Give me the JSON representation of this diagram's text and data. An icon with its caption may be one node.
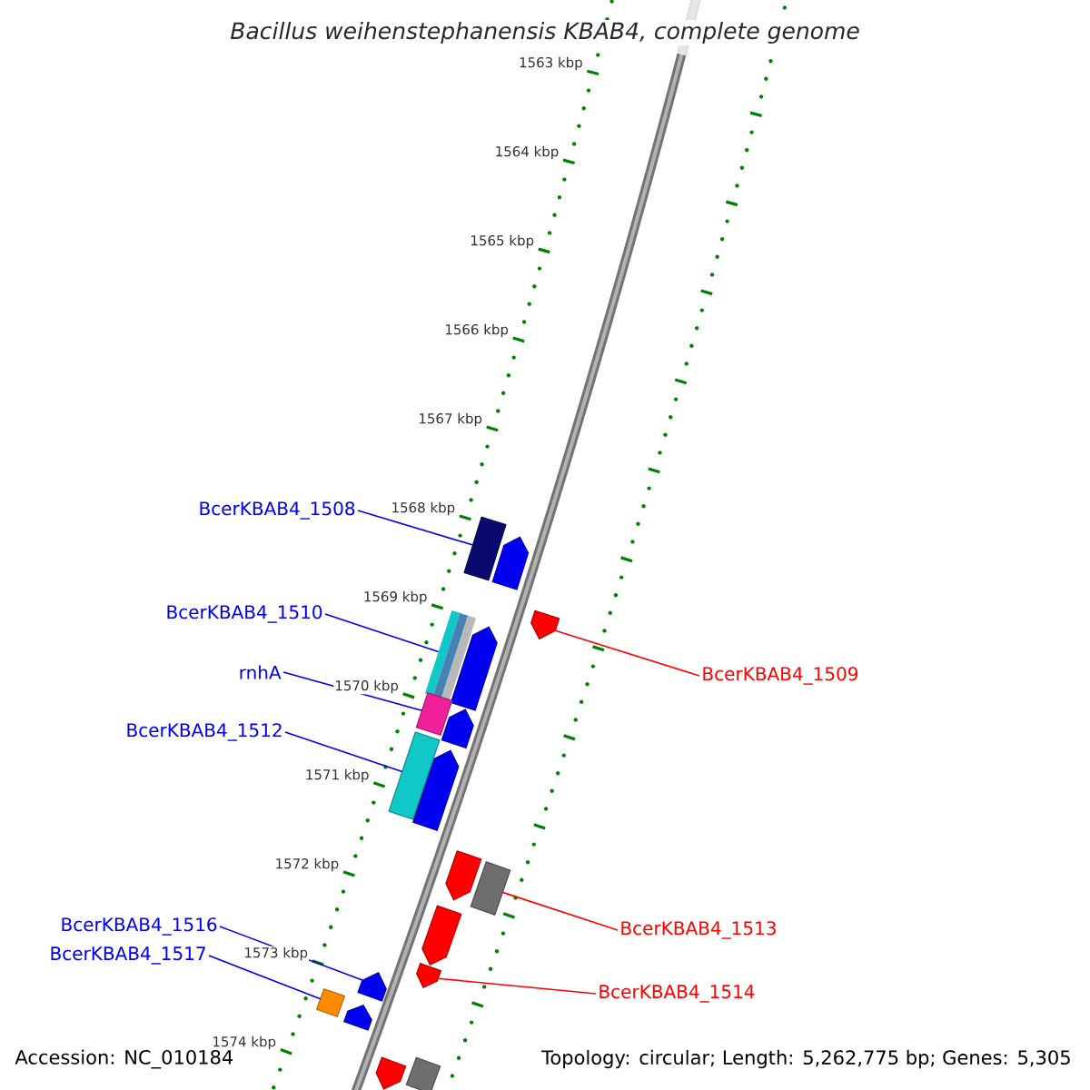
{
  "diagram": {
    "title": "*Bacillus weihenstephanensis KBAB4, complete genome*",
    "nodes": [
      {
        "text": [
          "BcerKBAB4_1508"
        ]
      },
      {
        "text": [],
        "shape": "box"
      },
      {
        "text": [],
        "shape": "pentagon"
      },
      {
        "text": [
          "BcerKBAB4_1510"
        ]
      },
      {
        "text": [],
        "shape": "pentagon"
      },
      {
        "text": [],
        "shape": "box"
      },
      {
        "text": [],
        "shape": "pentagon"
      },
      {
        "text": [
          "rnhA"
        ]
      },
      {
        "text": [
          "BcerKBAB4_1509"
        ]
      },
      {
        "text": [],
        "shape": "box"
      },
      {
        "text": [],
        "shape": "pentagon"
      },
      {
        "text": [
          "BcerKBAB4_1512"
        ]
      },
      {
        "text": [],
        "shape": "box"
      },
      {
        "text": [],
        "shape": "pentagon"
      },
      {
        "text": [],
        "shape": "pentagon"
      },
      {
        "text": [],
        "shape": "box"
      },
      {
        "text": [
          "BcerKBAB4_1516"
        ]
      },
      {
        "text": [
          "BcerKBAB4_1513"
        ]
      },
      {
        "text": [],
        "shape": "pentagon"
      },
      {
        "text": [
          "BcerKBAB4_1517"
        ]
      },
      {
        "text": [],
        "shape": "pentagon"
      },
      {
        "text": [],
        "shape": "pentagon"
      },
      {
        "text": [
          "BcerKBAB4_1514"
        ]
      },
      {
        "text": [],
        "shape": "box"
      },
      {
        "text": [],
        "shape": "pentagon"
      },
      {
        "text": [],
        "shape": "pentagon"
      },
      {
        "text": [],
        "shape": "box"
      }
    ],
    "edges": [
      {
        "from": 0,
        "to": 1,
        "arrow": "none"
      },
      {
        "from": 8,
        "to": 4,
        "arrow": "none",
        "color": "#ff0000"
      },
      {
        "from": 3,
        "to": 5,
        "arrow": "none"
      },
      {
        "from": 7,
        "to": 9,
        "arrow": "none"
      },
      {
        "from": 11,
        "to": 12,
        "arrow": "none"
      },
      {
        "from": 17,
        "to": 15,
        "arrow": "none",
        "color": "#ff0000"
      },
      {
        "from": 16,
        "to": 21,
        "arrow": "none"
      },
      {
        "from": 19,
        "to": 23,
        "arrow": "none"
      },
      {
        "from": 22,
        "to": 20,
        "arrow": "none",
        "color": "#ff0000"
      }
    ],
    "labels": [
      "1563 kbp",
      "1564 kbp",
      "1565 kbp",
      "1566 kbp",
      "1567 kbp",
      "1568 kbp",
      "1569 kbp",
      "1570 kbp",
      "1571 kbp",
      "1572 kbp",
      "1573 kbp",
      "1574 kbp",
      "Accession: NC_010184",
      "Topology: circular; Length: 5,262,775 bp; Genes: 5,305"
    ]
  }
}
